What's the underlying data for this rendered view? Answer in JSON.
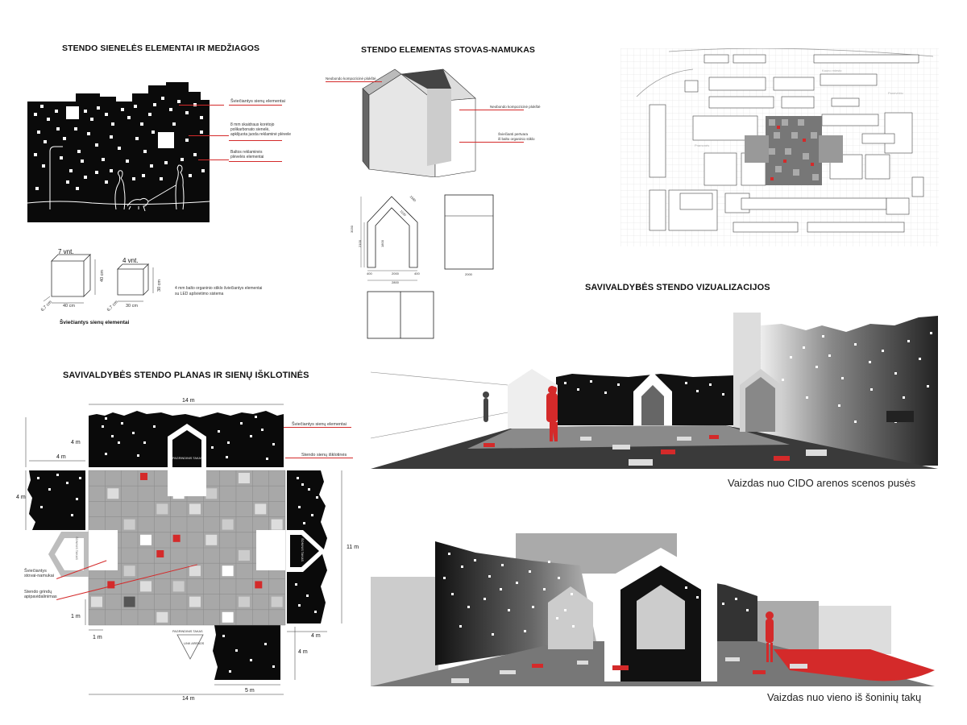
{
  "headings": {
    "wall": "STENDO SIENELĖS ELEMENTAI IR MEDŽIAGOS",
    "house": "STENDO ELEMENTAS STOVAS-NAMUKAS",
    "plan": "SAVIVALDYBĖS STENDO PLANAS IR SIENŲ IŠKLOTINĖS",
    "viz": "SAVIVALDYBĖS STENDO VIZUALIZACIJOS"
  },
  "wall_notes": {
    "n1": "Šviečiantys sienų elementai",
    "n2a": "8 mm skaidraus korėtojo",
    "n2b": "polikarbonato sienelė,",
    "n2c": "apklijuota juoda reklaminė plėvele",
    "n3a": "Baltos reklaminės",
    "n3b": "plėvelės elementai"
  },
  "elements": {
    "qty1": "7 vnt.",
    "qty2": "4 vnt.",
    "w1": "40 cm",
    "h1": "40 cm",
    "d1": "6,7 cm",
    "w2": "30 cm",
    "h2": "30 cm",
    "d2": "6,7 cm",
    "desc1": "4 mm balto organinio stiklo šviečiantys elementai",
    "desc2": "su LED apšvietimo sistema",
    "caption": "Šviečiantys sienų elementai"
  },
  "house_notes": {
    "n1": "Neobondo kompozicinė plokštė",
    "n2": "Neobondo kompozicinė plokštė",
    "n3a": "Šviečianti pertvara",
    "n3b": "iš balto organinio stiklo"
  },
  "house_dims": {
    "d3030": "3030",
    "d2100": "2100",
    "d1800": "1800",
    "d1580": "1580",
    "d1100": "1100",
    "d400a": "400",
    "d2000a": "2000",
    "d400b": "400",
    "d2800": "2800",
    "d2000b": "2000"
  },
  "plan": {
    "top": "14 m",
    "bottom": "14 m",
    "left_top": "4 m",
    "left_h": "4 m",
    "left_w": "4 m",
    "right": "11 m",
    "bottom_1m_h": "1 m",
    "bottom_1m_w": "1 m",
    "bottom_right_4m_w": "4 m",
    "bottom_right_4m_h": "4 m",
    "bottom_5m": "5 m",
    "note_walls": "Šviečiantys sienų elementai",
    "note_elev": "Stendo sienų išklotinės",
    "note_stand_a": "Šviečiantys",
    "note_stand_b": "stovai-namukai",
    "note_floor_a": "Stendo grindų",
    "note_floor_b": "apipavidalinimas",
    "house_top": "PAGRINDINIS TAKAS",
    "house_left": "ŠONINIS TAKAS",
    "house_right": "ŠONINIS TAKAS",
    "arrow_top": "PAGRINDINIS TAKAS",
    "arrow_mid": "LINK ARENOS"
  },
  "floorplan": {
    "label1": "Kauno miesto",
    "label2": "Panevėžio",
    "label3": "Pramonės"
  },
  "captions": {
    "view1": "Vaizdas nuo CIDO arenos scenos pusės",
    "view2": "Vaizdas nuo vieno iš šoninių takų"
  },
  "colors": {
    "red": "#d42a2a",
    "black": "#0a0a0a",
    "grey": "#8a8a8a"
  }
}
